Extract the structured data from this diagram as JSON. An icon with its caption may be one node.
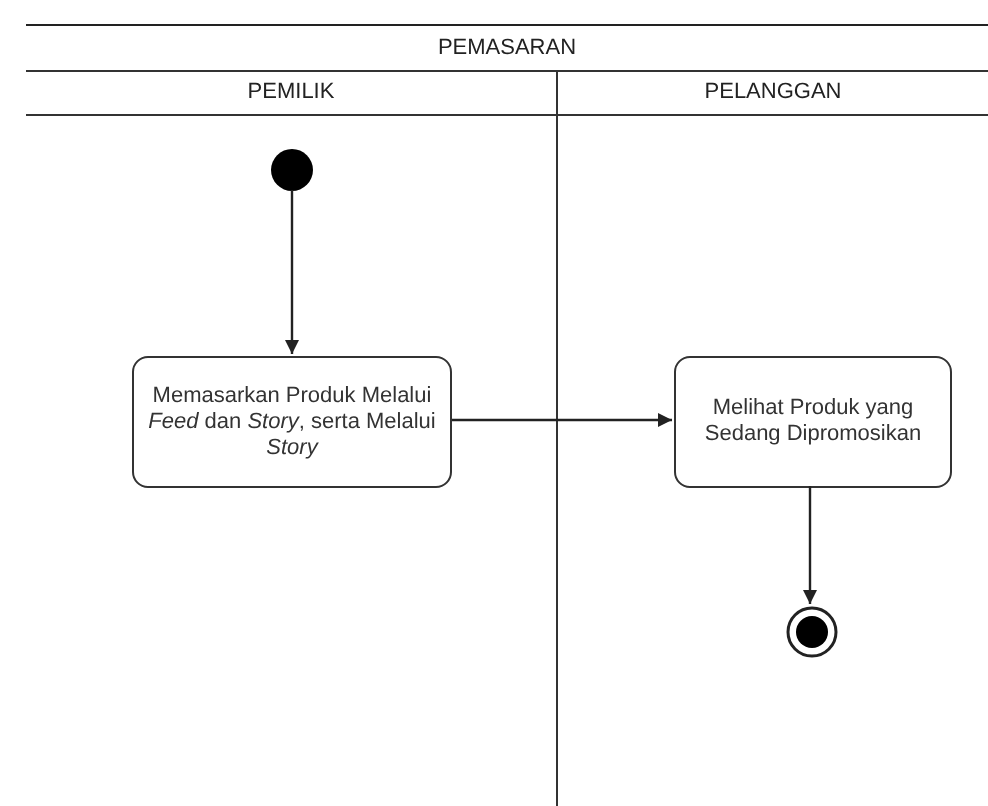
{
  "diagram": {
    "nodes": [
      {
        "text": [
          "PEMASARAN"
        ]
      },
      {
        "text": [
          "PEMILIK"
        ],
        "in": 0
      },
      {
        "text": [
          "PELANGGAN"
        ],
        "in": 0
      },
      {
        "text": [],
        "shape": "circle",
        "in": 1
      },
      {
        "text": [
          "Memasarkan Produk Melalui *Feed* dan *Story*, serta Melalui *Story*"
        ],
        "in": 1
      },
      {
        "text": [
          "Melihat Produk yang Sedang Dipromosikan"
        ],
        "in": 2
      },
      {
        "text": [],
        "shape": "circle",
        "in": 2
      }
    ],
    "edges": [
      {
        "from": 3,
        "to": 4,
        "arrow": "to"
      },
      {
        "from": 4,
        "to": 5,
        "arrow": "to"
      },
      {
        "from": 5,
        "to": 6,
        "arrow": "to"
      }
    ]
  }
}
